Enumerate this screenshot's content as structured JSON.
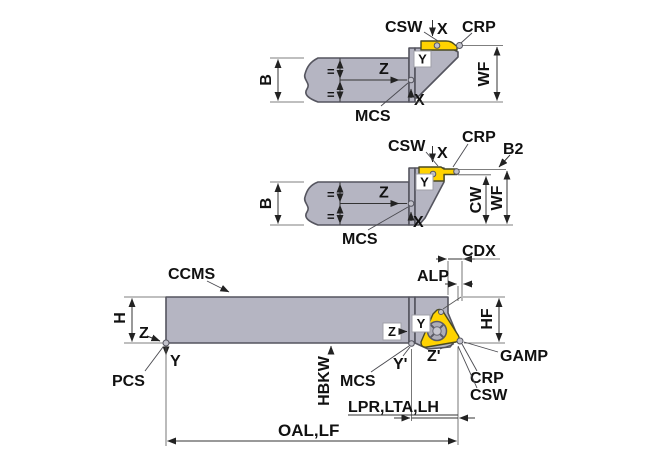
{
  "colors": {
    "background": "#ffffff",
    "steel": "#b5b5c2",
    "steel_edge": "#55555f",
    "insert_yellow": "#ffd300",
    "dimension_line": "#333333",
    "text": "#111111"
  },
  "view_top": {
    "csw": "CSW",
    "x_axis": "X",
    "crp": "CRP",
    "y_box": "Y",
    "b": "B",
    "eq_upper": "=",
    "eq_lower": "=",
    "z": "Z",
    "x_ref": "X",
    "mcs": "MCS",
    "wf": "WF"
  },
  "view_mid": {
    "csw": "CSW",
    "x_axis": "X",
    "crp": "CRP",
    "b2": "B2",
    "y_box": "Y",
    "b": "B",
    "eq_upper": "=",
    "eq_lower": "=",
    "z": "Z",
    "x_ref": "X",
    "mcs": "MCS",
    "cw": "CW",
    "wf": "WF"
  },
  "view_main": {
    "ccms": "CCMS",
    "cdx": "CDX",
    "alp": "ALP",
    "h": "H",
    "z_axis": "Z",
    "pcs": "PCS",
    "y_axis": "Y",
    "hbkw": "HBKW",
    "mcs": "MCS",
    "z_box": "Z",
    "y_box": "Y",
    "y_prime": "Y'",
    "z_prime": "Z'",
    "hf": "HF",
    "gamp": "GAMP",
    "crp": "CRP",
    "csw": "CSW",
    "lpr": "LPR,LTA,LH",
    "oal": "OAL,LF"
  }
}
